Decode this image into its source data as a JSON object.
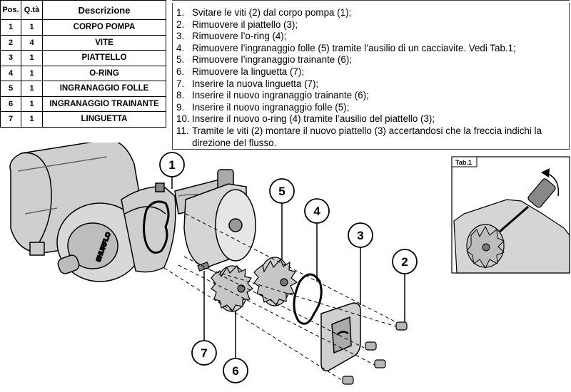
{
  "table": {
    "headers": {
      "pos": "Pos.",
      "qty": "Q.tà",
      "desc": "Descrizione"
    },
    "rows": [
      {
        "pos": "1",
        "qty": "1",
        "desc": "CORPO POMPA"
      },
      {
        "pos": "2",
        "qty": "4",
        "desc": "VITE"
      },
      {
        "pos": "3",
        "qty": "1",
        "desc": "PIATTELLO"
      },
      {
        "pos": "4",
        "qty": "1",
        "desc": "O-RING"
      },
      {
        "pos": "5",
        "qty": "1",
        "desc": "INGRANAGGIO FOLLE"
      },
      {
        "pos": "6",
        "qty": "1",
        "desc": "INGRANAGGIO TRAINANTE"
      },
      {
        "pos": "7",
        "qty": "1",
        "desc": "LINGUETTA"
      }
    ]
  },
  "steps": [
    {
      "n": "1.",
      "text": "Svitare le viti (2) dal corpo pompa (1);"
    },
    {
      "n": "2.",
      "text": "Rimuovere il piattello (3);"
    },
    {
      "n": "3.",
      "text": "Rimuovere l’o-ring (4);"
    },
    {
      "n": "4.",
      "text": "Rimuovere l’ingranaggio folle (5) tramite l’ausilio di un cacciavite. Vedi Tab.1;"
    },
    {
      "n": "5.",
      "text": "Rimuovere l’ingranaggio trainante (6);"
    },
    {
      "n": "6.",
      "text": "Rimuovere la linguetta (7);"
    },
    {
      "n": "7.",
      "text": "Inserire la nuova linguetta (7);"
    },
    {
      "n": "8.",
      "text": "Inserire il nuovo ingranaggio trainante (6);"
    },
    {
      "n": "9.",
      "text": "Inserire il nuovo ingranaggio folle (5);"
    },
    {
      "n": "10.",
      "text": "Inserire il nuovo o-ring (4) tramite l’ausilio del piattello (3);"
    },
    {
      "n": "11.",
      "text": "Tramite le viti (2) montare il nuovo piattello (3) accertandosi che la freccia indichi la direzione del flusso."
    }
  ],
  "callouts": {
    "c1": "1",
    "c2": "2",
    "c3": "3",
    "c4": "4",
    "c5": "5",
    "c6": "6",
    "c7": "7"
  },
  "inset": {
    "label": "Tab.1"
  },
  "brand_text": "SHURFLO"
}
